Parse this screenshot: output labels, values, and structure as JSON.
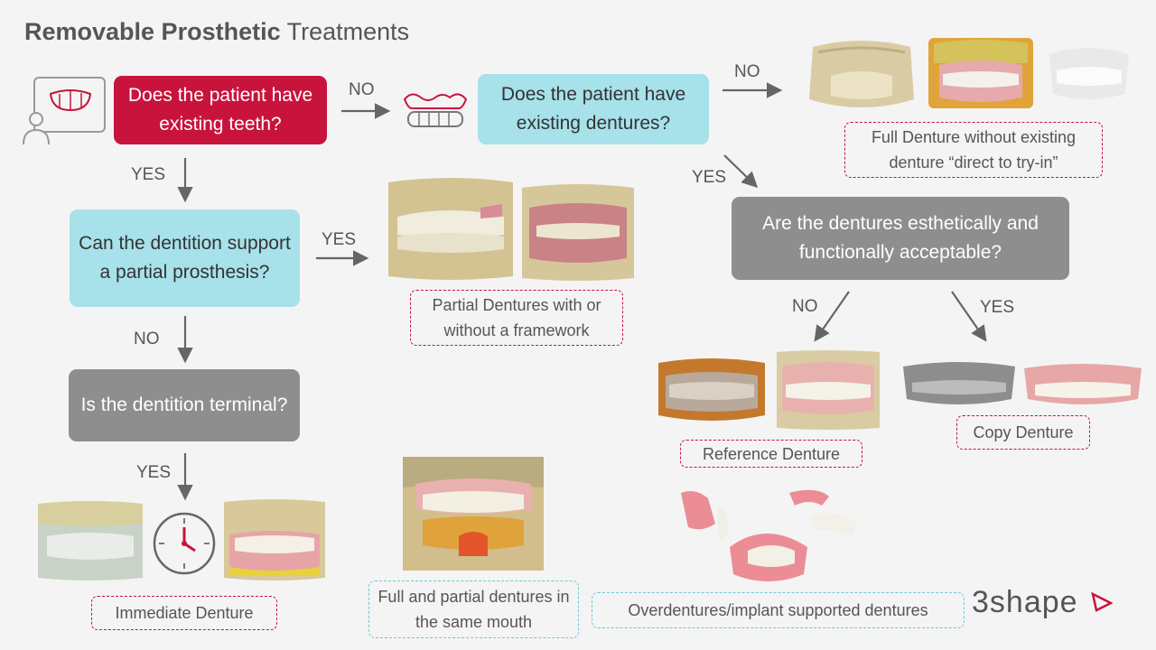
{
  "title": {
    "bold": "Removable Prosthetic",
    "light": "Treatments"
  },
  "questions": {
    "existing_teeth": "Does the patient have existing teeth?",
    "existing_dentures": "Does the patient have existing dentures?",
    "support_partial": "Can the dentition support a partial prosthesis?",
    "terminal": "Is the dentition terminal?",
    "acceptable": "Are the dentures esthetically and functionally acceptable?"
  },
  "labels": {
    "no_1": "NO",
    "no_2": "NO",
    "yes_1": "YES",
    "yes_2": "YES",
    "yes_3": "YES",
    "no_3": "NO",
    "yes_4": "YES",
    "no_4": "NO",
    "yes_5": "YES"
  },
  "treatments": {
    "full_denture": "Full Denture without existing denture “direct to try-in”",
    "partial": "Partial Dentures with or without a framework",
    "reference": "Reference Denture",
    "copy": "Copy Denture",
    "immediate": "Immediate Denture",
    "full_partial": "Full and partial dentures in the same mouth",
    "overdentures": "Overdentures/implant supported dentures"
  },
  "brand": "3shape",
  "icons": [
    "patient-monitor-icon",
    "edentulous-arch-icon",
    "clock-icon",
    "brand-logo-icon"
  ],
  "colors": {
    "red": "#c8143c",
    "teal": "#a7e1ea",
    "gray": "#8e8e8e",
    "arrow": "#666666"
  }
}
